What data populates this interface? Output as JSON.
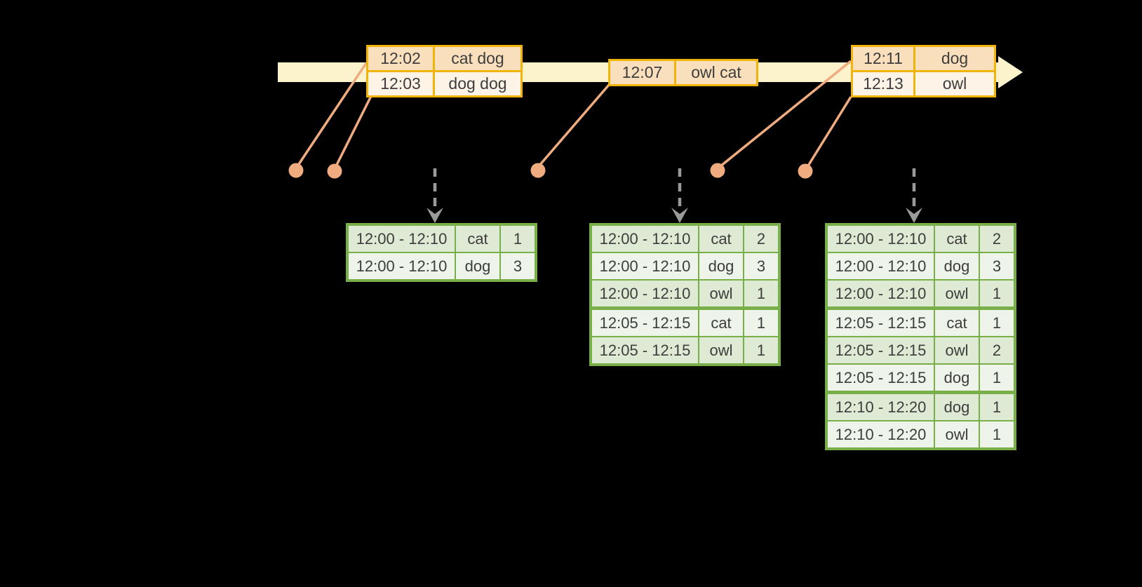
{
  "colors": {
    "background": "#000000",
    "timeline_band": "#fcf3cd",
    "event_table_border": "#f0b40a",
    "event_row_dark": "#fadfbd",
    "event_row_light": "#fdf4e7",
    "connector_orange": "#f0ac7f",
    "trigger_arrow_gray": "#9a9a9a",
    "result_table_border": "#79af48",
    "result_row_dark": "#dfead4",
    "result_row_light": "#eff4ea",
    "text": "#3d3d3d"
  },
  "event_tables": [
    {
      "rows": [
        {
          "time": "12:02",
          "words": "cat dog"
        },
        {
          "time": "12:03",
          "words": "dog dog"
        }
      ]
    },
    {
      "rows": [
        {
          "time": "12:07",
          "words": "owl cat"
        }
      ]
    },
    {
      "rows": [
        {
          "time": "12:11",
          "words": "dog"
        },
        {
          "time": "12:13",
          "words": "owl"
        }
      ]
    }
  ],
  "result_tables": [
    {
      "rows": [
        {
          "window": "12:00 - 12:10",
          "word": "cat",
          "count": "1"
        },
        {
          "window": "12:00 - 12:10",
          "word": "dog",
          "count": "3"
        }
      ]
    },
    {
      "rows": [
        {
          "window": "12:00 - 12:10",
          "word": "cat",
          "count": "2"
        },
        {
          "window": "12:00 - 12:10",
          "word": "dog",
          "count": "3"
        },
        {
          "window": "12:00 - 12:10",
          "word": "owl",
          "count": "1"
        },
        {
          "window": "12:05 - 12:15",
          "word": "cat",
          "count": "1"
        },
        {
          "window": "12:05 - 12:15",
          "word": "owl",
          "count": "1"
        }
      ]
    },
    {
      "rows": [
        {
          "window": "12:00 - 12:10",
          "word": "cat",
          "count": "2"
        },
        {
          "window": "12:00 - 12:10",
          "word": "dog",
          "count": "3"
        },
        {
          "window": "12:00 - 12:10",
          "word": "owl",
          "count": "1"
        },
        {
          "window": "12:05 - 12:15",
          "word": "cat",
          "count": "1"
        },
        {
          "window": "12:05 - 12:15",
          "word": "owl",
          "count": "2"
        },
        {
          "window": "12:05 - 12:15",
          "word": "dog",
          "count": "1"
        },
        {
          "window": "12:10 - 12:20",
          "word": "dog",
          "count": "1"
        },
        {
          "window": "12:10 - 12:20",
          "word": "owl",
          "count": "1"
        }
      ]
    }
  ]
}
